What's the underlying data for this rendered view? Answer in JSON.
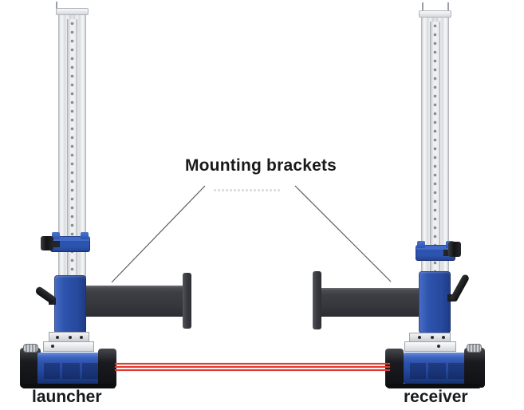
{
  "diagram": {
    "title": "Mounting brackets",
    "left_label": "launcher",
    "right_label": "receiver",
    "beams": {
      "count": 3
    },
    "colors": {
      "background": "#ffffff",
      "text": "#1a1a1a",
      "leader_line": "#5b5b5b",
      "beam_red": "#df3b33",
      "blue": "#2c52ab",
      "blue_light": "#4a6ec8",
      "blue_dark": "#1d3a82",
      "panel_blue": "#16336f",
      "bracket_gray": "#3d3e44",
      "black_part": "#141517",
      "metal_light": "#f2f3f4",
      "metal_dark": "#a7abb0"
    }
  }
}
